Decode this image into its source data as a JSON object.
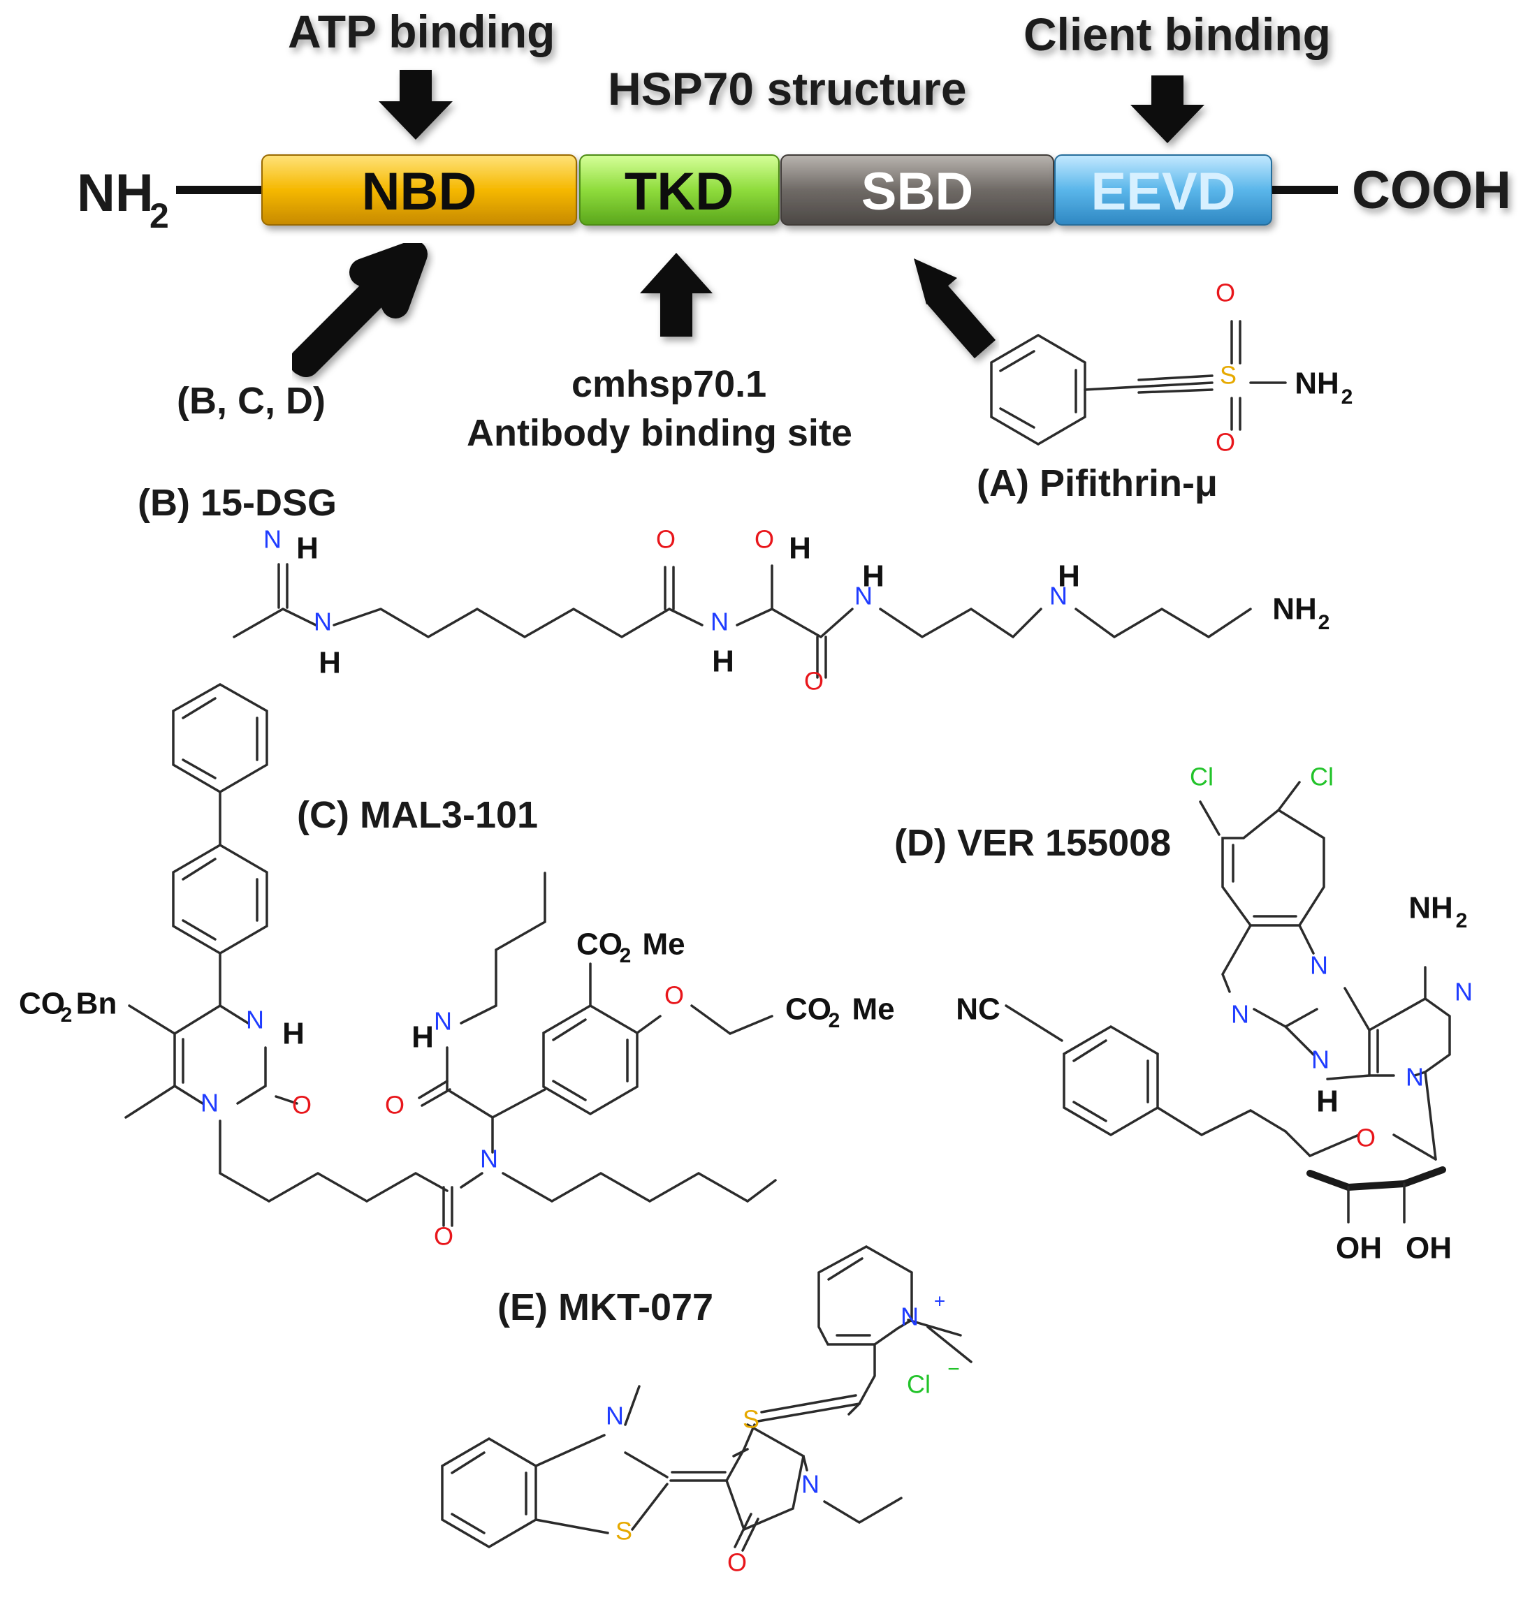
{
  "header": {
    "title": "HSP70 structure",
    "atp_binding": "ATP binding",
    "client_binding": "Client binding"
  },
  "protein": {
    "n_term": "NH",
    "n_term_sub": "2",
    "c_term": "COOH",
    "domains": [
      {
        "label": "NBD",
        "color": "#f2b705",
        "text_color": "#111111"
      },
      {
        "label": "TKD",
        "color": "#8fdc3c",
        "text_color": "#111111"
      },
      {
        "label": "SBD",
        "color": "#6f6a66",
        "text_color": "#ffffff"
      },
      {
        "label": "EEVD",
        "color": "#5ab6ea",
        "text_color": "#d7f0ff"
      }
    ]
  },
  "arrows": {
    "nbd_site": "(B, C, D)",
    "tkd_site_line1": "cmhsp70.1",
    "tkd_site_line2": "Antibody binding site"
  },
  "compounds": {
    "A": "(A) Pifithrin-μ",
    "B": "(B) 15-DSG",
    "C": "(C) MAL3-101",
    "D": "(D) VER 155008",
    "E": "(E) MKT-077"
  },
  "atoms": {
    "O": "O",
    "S": "S",
    "N": "N",
    "H": "H",
    "NH2": "NH",
    "sub2": "2",
    "Cl": "Cl",
    "NC": "NC",
    "OH": "OH",
    "plus": "+",
    "minus": "−",
    "CO2Bn": "CO",
    "Bn": "Bn",
    "CO2Me": "CO",
    "Me": "Me",
    "HN_H": "H"
  },
  "colors": {
    "oxygen": "#e8161b",
    "nitrogen": "#1f3cff",
    "sulfur": "#e6a900",
    "chlorine": "#22c32a",
    "bond": "#2b2b2b"
  }
}
